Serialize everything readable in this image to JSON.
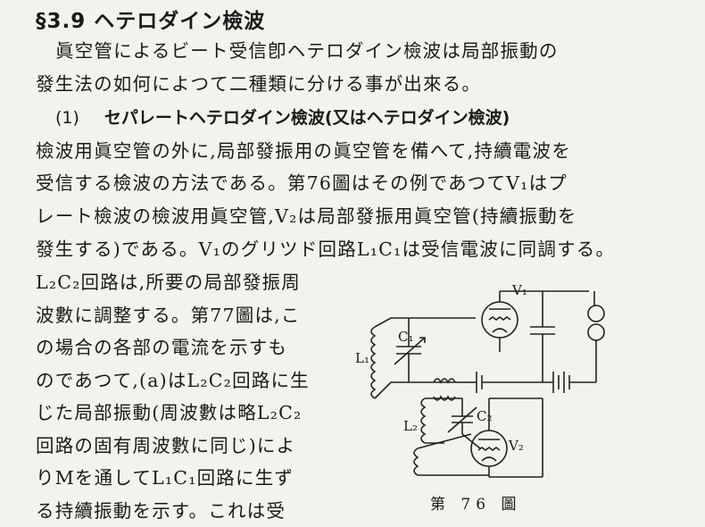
{
  "heading": "§3.9 ヘテロダイン檢波",
  "intro_lines": [
    "眞空管によるビート受信卽ヘテロダイン檢波は局部振動の",
    "發生法の如何によつて二種類に分ける事が出來る。"
  ],
  "subsection": {
    "number": "(1)",
    "title": "セパレートヘテロダイン檢波(又はヘテロダイン檢波)"
  },
  "body_lines": [
    "檢波用眞空管の外に,局部發振用の眞空管を備へて,持續電波を",
    "受信する檢波の方法である。第76圖はその例であつてV₁はプ",
    "レート檢波の檢波用眞空管,V₂は局部發振用眞空管(持續振動を",
    "發生する)である。V₁のグリツド回路L₁C₁は受信電波に同調する。"
  ],
  "column_lines": [
    "L₂C₂回路は,所要の局部發振周",
    "波數に調整する。第77圖は,こ",
    "の場合の各部の電流を示すも",
    "のであつて,(a)はL₂C₂回路に生",
    "じた局部振動(周波數は略L₂C₂",
    "回路の固有周波數に同じ)によ",
    "りMを通してL₁C₁回路に生ず",
    "る持續振動を示す。これは受"
  ],
  "figure": {
    "labels": {
      "v1": "V₁",
      "v2": "V₂",
      "l1": "L₁",
      "l2": "L₂",
      "c1": "C₁",
      "c2": "C₂"
    },
    "caption": "第 76 圖"
  }
}
